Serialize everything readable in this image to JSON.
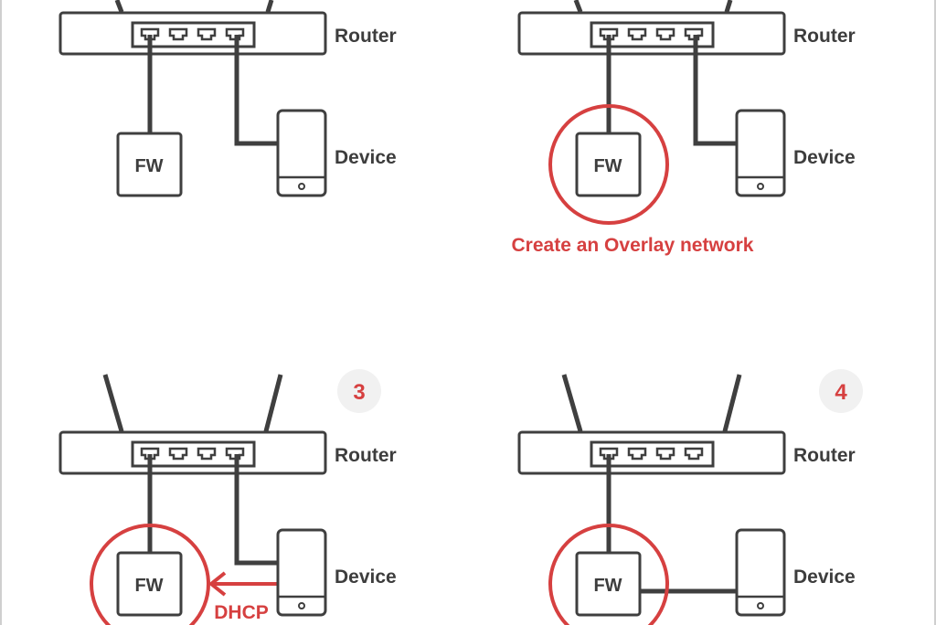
{
  "colors": {
    "stroke": "#3f3f3f",
    "accent": "#d64040",
    "badge_bg": "#f1f1f1"
  },
  "labels": {
    "router": "Router",
    "device": "Device",
    "firewall": "FW"
  },
  "panels": [
    {
      "step": "",
      "annotation": ""
    },
    {
      "step": "",
      "annotation": "Create an Overlay network"
    },
    {
      "step": "3",
      "annotation": "DHCP"
    },
    {
      "step": "4",
      "annotation": ""
    }
  ]
}
